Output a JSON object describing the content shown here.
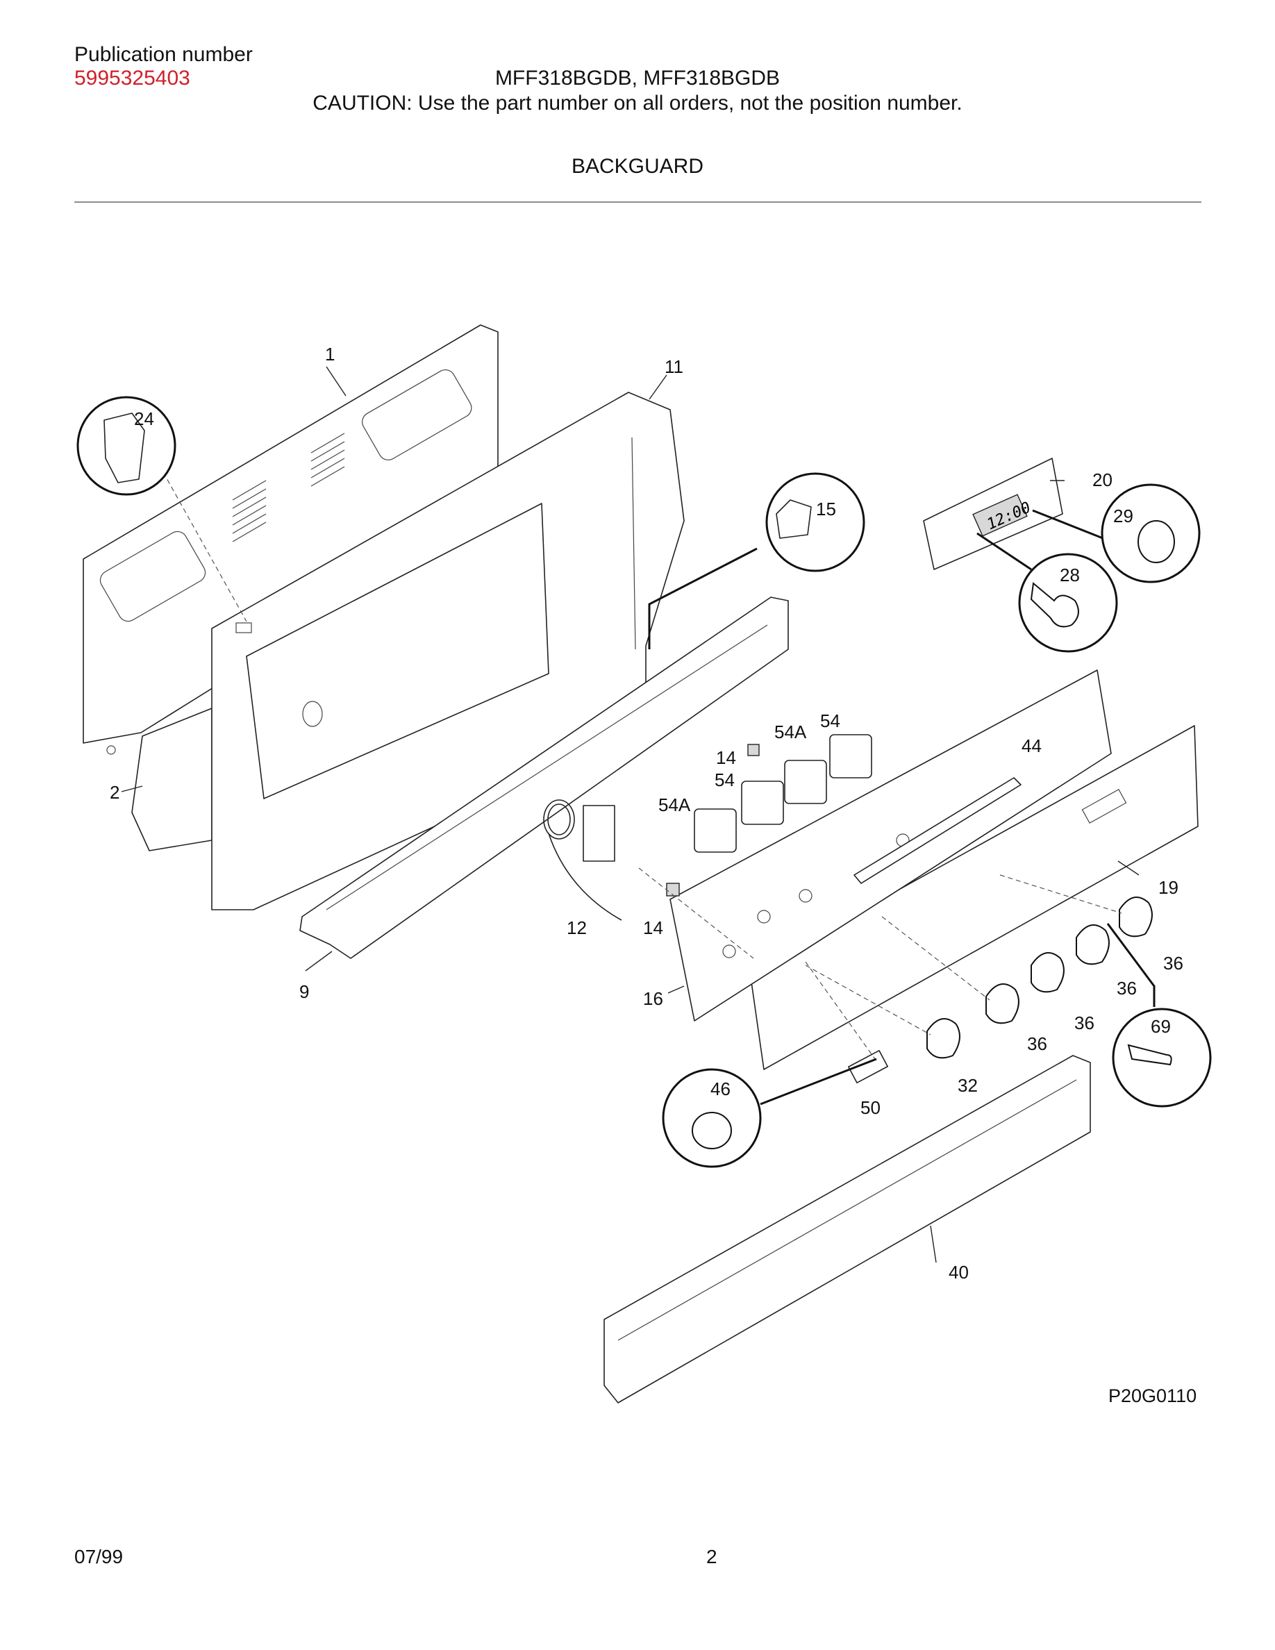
{
  "header": {
    "publication_label": "Publication number",
    "publication_number": "5995325403",
    "model": "MFF318BGDB, MFF318BGDB",
    "caution": "CAUTION:  Use the part number on all orders, not the position number.",
    "section_title": "BACKGUARD"
  },
  "diagram": {
    "code": "P20G0110",
    "clock_display": "12:00",
    "callouts": {
      "c1": "1",
      "c2": "2",
      "c9": "9",
      "c11": "11",
      "c12": "12",
      "c14a": "14",
      "c14b": "14",
      "c15": "15",
      "c16": "16",
      "c19": "19",
      "c20": "20",
      "c24": "24",
      "c28": "28",
      "c29": "29",
      "c32": "32",
      "c36a": "36",
      "c36b": "36",
      "c36c": "36",
      "c36d": "36",
      "c40": "40",
      "c44": "44",
      "c46": "46",
      "c50": "50",
      "c54a": "54",
      "c54b": "54",
      "c54Aa": "54A",
      "c54Ab": "54A",
      "c69": "69"
    }
  },
  "footer": {
    "date": "07/99",
    "page": "2"
  },
  "colors": {
    "publication_number": "#d0202a",
    "rule": "#8c8c8c"
  }
}
